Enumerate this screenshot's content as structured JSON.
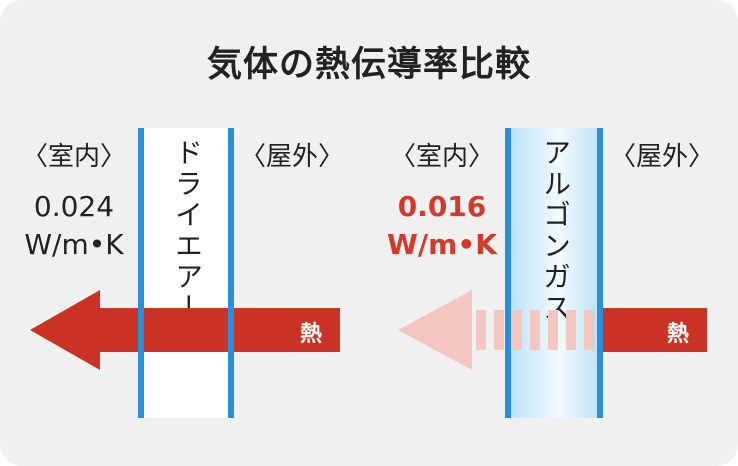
{
  "title": "気体の熱伝導率比較",
  "left_panel": {
    "indoor_label": "〈室内〉",
    "outdoor_label": "〈屋外〉",
    "gas_name": "ドライエアー",
    "conductivity_value": "0.024",
    "conductivity_unit": "W/m•K",
    "heat_label": "熱"
  },
  "right_panel": {
    "indoor_label": "〈室内〉",
    "outdoor_label": "〈屋外〉",
    "gas_name": "アルゴンガス",
    "conductivity_value": "0.016",
    "conductivity_unit": "W/m•K",
    "heat_label": "熱"
  },
  "colors": {
    "background": "#f0f0f0",
    "glass_border": "#2a8fd8",
    "heat_arrow": "#c93224",
    "heat_arrow_faded": "#f4c6c0",
    "highlight_text": "#d23a2a"
  }
}
